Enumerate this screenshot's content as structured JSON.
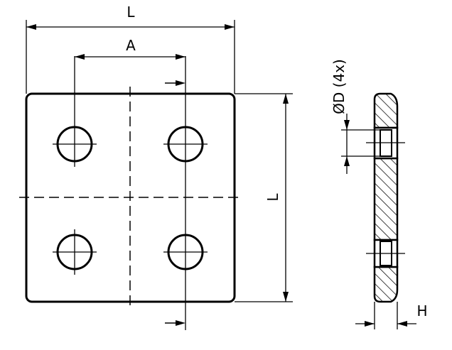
{
  "labels": {
    "width_L": "L",
    "height_L": "L",
    "spacing_A": "A",
    "hole_diameter": "ØD (4x)",
    "thickness_H": "H"
  },
  "colors": {
    "line": "#000000",
    "background": "#ffffff"
  }
}
